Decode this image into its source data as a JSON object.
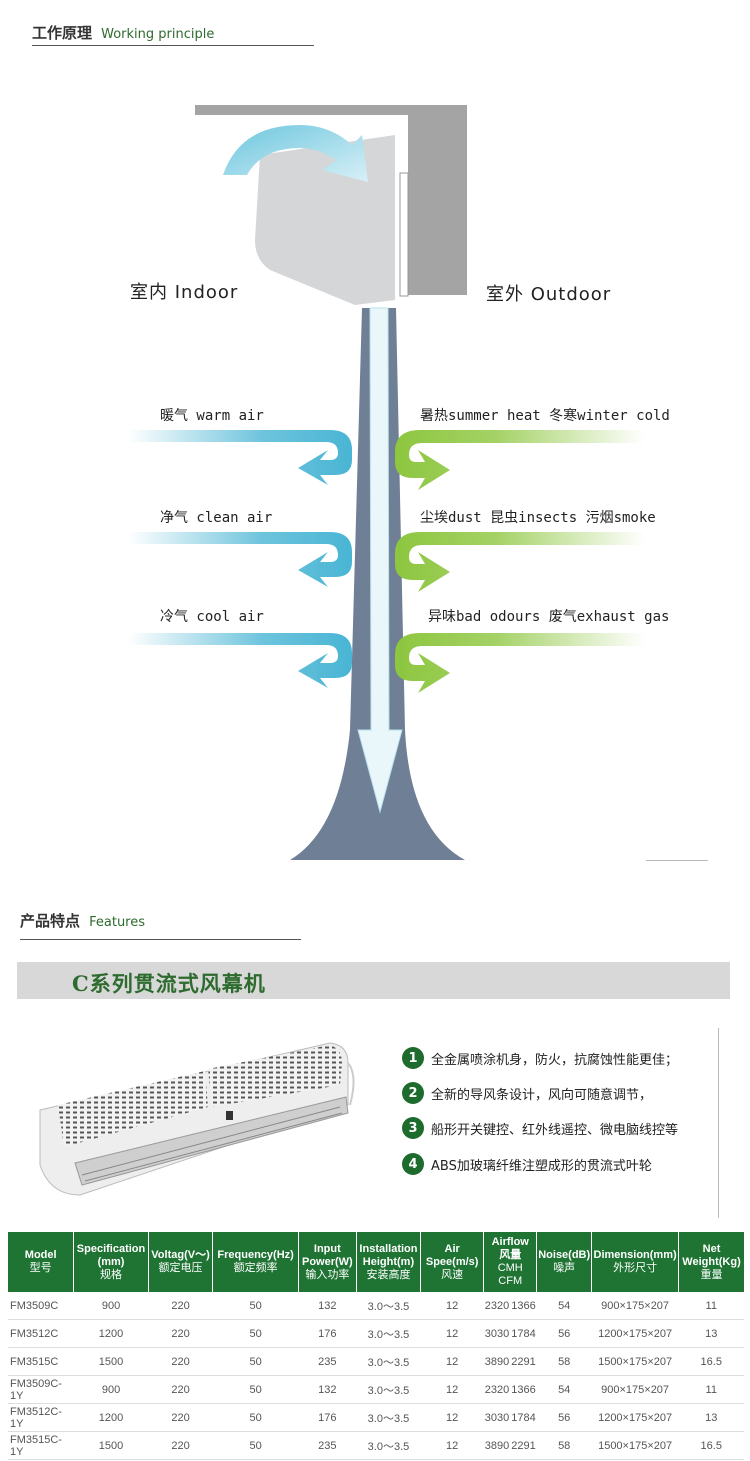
{
  "section1": {
    "cn": "工作原理",
    "en": "Working principle"
  },
  "diagram": {
    "indoor": "室内  Indoor",
    "outdoor": "室外  Outdoor",
    "left_labels": [
      "暖气 warm air",
      "净气 clean air",
      "冷气 cool air"
    ],
    "right_labels": [
      "暑热summer heat  冬寒winter cold",
      "尘埃dust  昆虫insects  污烟smoke",
      "异味bad odours  废气exhaust gas"
    ],
    "colors": {
      "blue_arrow": "#49b5d4",
      "green_arrow": "#8dc63f",
      "wall": "#a4a4a4",
      "curtain": "#6f7f96"
    }
  },
  "section2": {
    "cn": "产品特点",
    "en": "Features"
  },
  "banner": "C系列贯流式风幕机",
  "features": [
    {
      "num": "1",
      "text": "全金属喷涂机身，防火，抗腐蚀性能更佳；"
    },
    {
      "num": "2",
      "text": "全新的导风条设计，风向可随意调节，"
    },
    {
      "num": "3",
      "text": "船形开关键控、红外线遥控、微电脑线控等"
    },
    {
      "num": "4",
      "text": "ABS加玻璃纤维注塑成形的贯流式叶轮"
    }
  ],
  "table": {
    "headers": [
      {
        "en": "Model",
        "cn": "型号"
      },
      {
        "en": "Specification (mm)",
        "cn": "规格"
      },
      {
        "en": "Voltag(V～)",
        "cn": "额定电压"
      },
      {
        "en": "Frequency(Hz)",
        "cn": "额定频率"
      },
      {
        "en": "Input Power(W)",
        "cn": "输入功率"
      },
      {
        "en": "Installation Height(m)",
        "cn": "安装高度"
      },
      {
        "en": "Air Spee(m/s)",
        "cn": "风速"
      },
      {
        "en": "Airflow 风量",
        "cn": "CMH   CFM"
      },
      {
        "en": "Noise(dB)",
        "cn": "噪声"
      },
      {
        "en": "Dimension(mm)",
        "cn": "外形尺寸"
      },
      {
        "en": "Net Weight(Kg)",
        "cn": "重量"
      }
    ],
    "rows": [
      [
        "FM3509C",
        "900",
        "220",
        "50",
        "132",
        "3.0～3.5",
        "12",
        "2320",
        "1366",
        "54",
        "900×175×207",
        "11"
      ],
      [
        "FM3512C",
        "1200",
        "220",
        "50",
        "176",
        "3.0～3.5",
        "12",
        "3030",
        "1784",
        "56",
        "1200×175×207",
        "13"
      ],
      [
        "FM3515C",
        "1500",
        "220",
        "50",
        "235",
        "3.0～3.5",
        "12",
        "3890",
        "2291",
        "58",
        "1500×175×207",
        "16.5"
      ],
      [
        "FM3509C-1Y",
        "900",
        "220",
        "50",
        "132",
        "3.0～3.5",
        "12",
        "2320",
        "1366",
        "54",
        "900×175×207",
        "11"
      ],
      [
        "FM3512C-1Y",
        "1200",
        "220",
        "50",
        "176",
        "3.0～3.5",
        "12",
        "3030",
        "1784",
        "56",
        "1200×175×207",
        "13"
      ],
      [
        "FM3515C-1Y",
        "1500",
        "220",
        "50",
        "235",
        "3.0～3.5",
        "12",
        "3890",
        "2291",
        "58",
        "1500×175×207",
        "16.5"
      ]
    ]
  }
}
